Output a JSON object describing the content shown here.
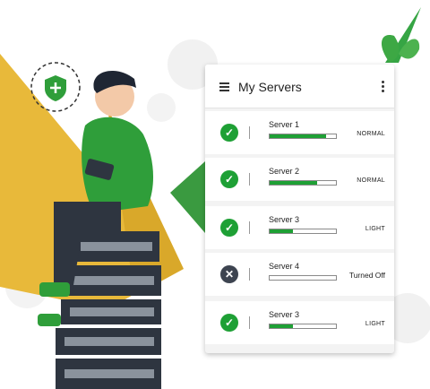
{
  "panel": {
    "title": "My Servers"
  },
  "servers": [
    {
      "name": "Server 1",
      "status": "ok",
      "load": 0.85,
      "label": "NORMAL"
    },
    {
      "name": "Server 2",
      "status": "ok",
      "load": 0.72,
      "label": "NORMAL"
    },
    {
      "name": "Server 3",
      "status": "ok",
      "load": 0.35,
      "label": "LIGHT"
    },
    {
      "name": "Server 4",
      "status": "off",
      "load": 0,
      "label": "Turned Off"
    },
    {
      "name": "Server 3",
      "status": "ok",
      "load": 0.35,
      "label": "LIGHT"
    }
  ],
  "colors": {
    "accent_green": "#1ea035",
    "illustration_yellow": "#e8b93a",
    "illustration_green": "#2f9e3a",
    "server_dark": "#2e3540"
  },
  "icons": {
    "ok": "check-icon",
    "off": "x-icon"
  }
}
